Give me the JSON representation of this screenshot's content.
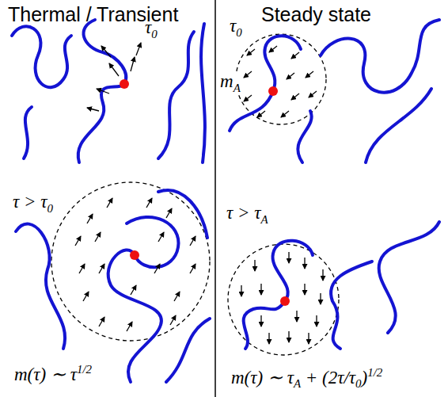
{
  "diagram": {
    "labels": [
      "Thermal / Transient",
      "Steady state",
      "τ0",
      "τ > τ0",
      "m(τ) ∼ τ1/2",
      "τ0",
      "mA",
      "τ > τA",
      "m(τ) ∼ τA + (2τ/τ0)1/2"
    ]
  }
}
